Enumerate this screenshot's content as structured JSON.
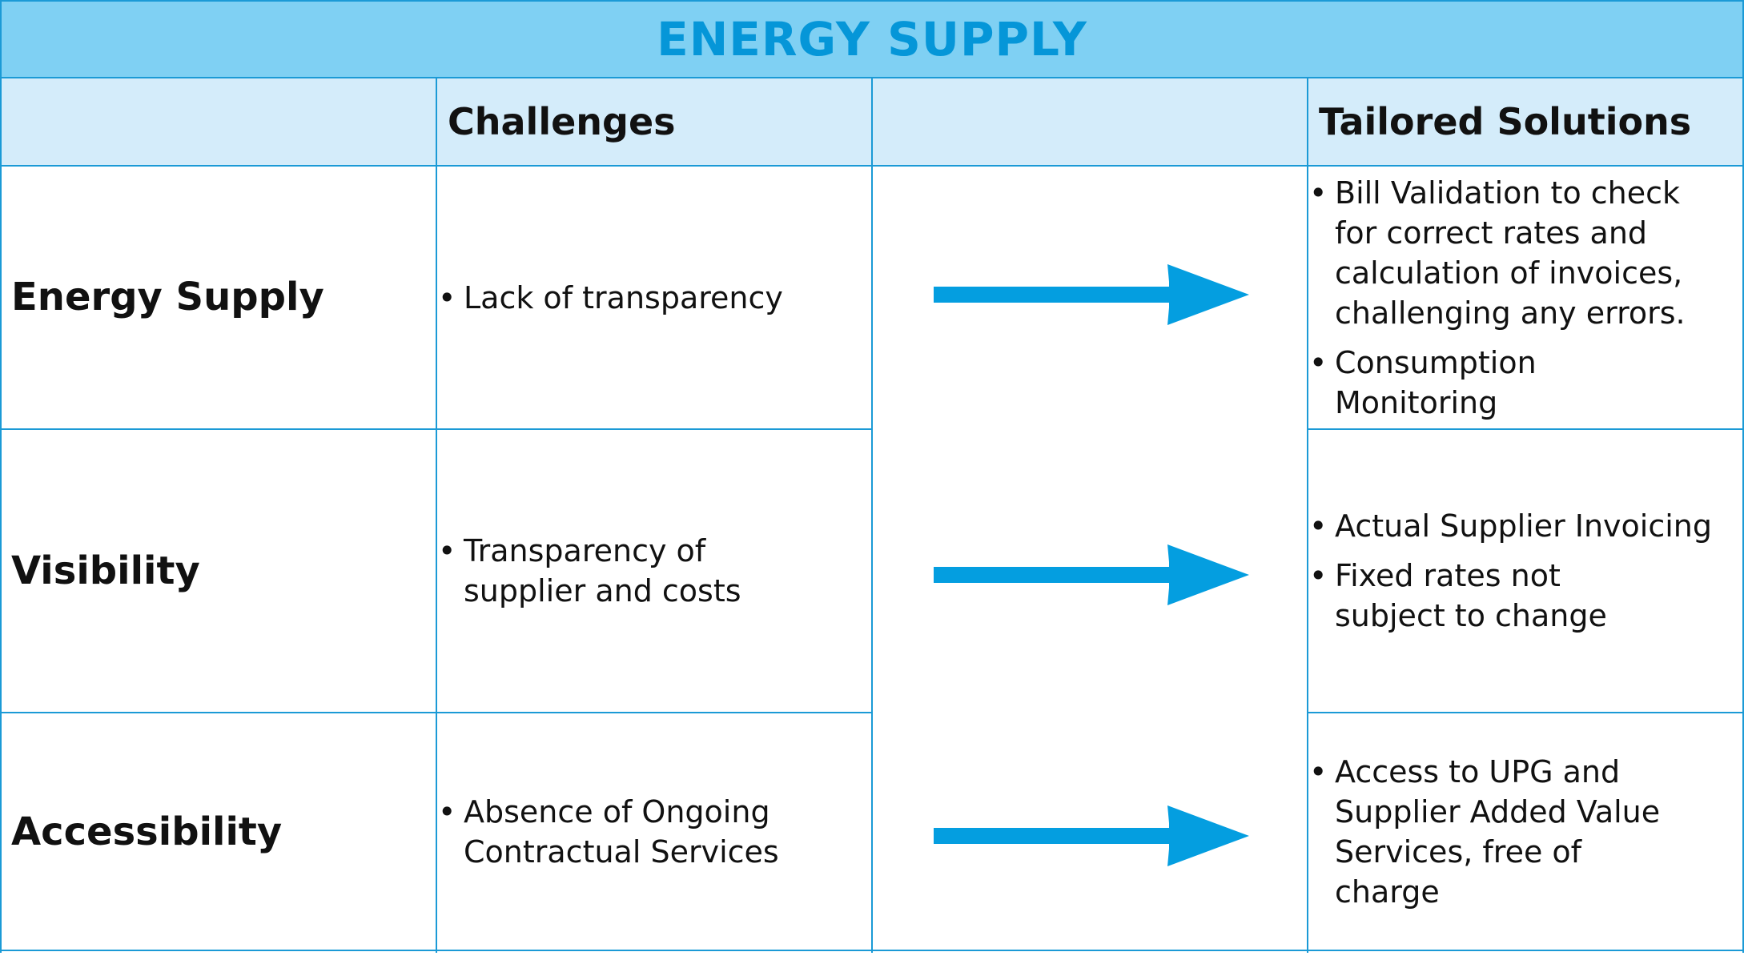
{
  "title": "ENERGY SUPPLY",
  "headers": {
    "col1": "",
    "col2": "Challenges",
    "col3": "",
    "col4": "Tailored Solutions"
  },
  "rows": [
    {
      "label": "Energy Supply",
      "challenges": [
        "Lack of transparency"
      ],
      "solutions": [
        "Bill Validation to check for correct rates and calculation of invoices, challenging any errors.",
        "Consumption Monitoring"
      ]
    },
    {
      "label": "Visibility",
      "challenges": [
        "Transparency of supplier and costs"
      ],
      "solutions": [
        "Actual Supplier Invoicing",
        "Fixed rates not subject to change"
      ]
    },
    {
      "label": "Accessibility",
      "challenges": [
        "Absence of Ongoing Contractual Services"
      ],
      "solutions": [
        "Access to UPG and Supplier Added Value Services, free of charge"
      ]
    }
  ],
  "colors": {
    "title_bg": "#7fd0f3",
    "title_text": "#0596d8",
    "header_bg": "#d4ecfa",
    "grid_line": "#1b9ad6",
    "arrow": "#049ee0"
  }
}
